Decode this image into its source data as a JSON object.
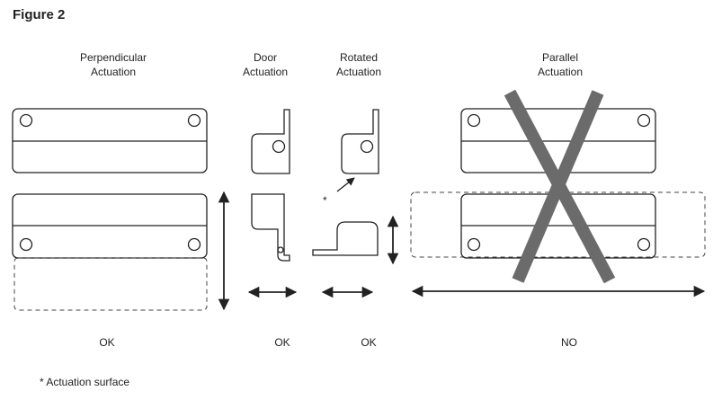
{
  "figure": {
    "title": "Figure 2"
  },
  "columns": [
    {
      "id": "perpendicular",
      "line1": "Perpendicular",
      "line2": "Actuation",
      "verdict": "OK"
    },
    {
      "id": "door",
      "line1": "Door",
      "line2": "Actuation",
      "verdict": "OK"
    },
    {
      "id": "rotated",
      "line1": "Rotated",
      "line2": "Actuation",
      "verdict": "OK"
    },
    {
      "id": "parallel",
      "line1": "Parallel",
      "line2": "Actuation",
      "verdict": "NO"
    }
  ],
  "annotations": {
    "asterisk": "*",
    "footnote": "* Actuation surface"
  },
  "colors": {
    "stroke": "#222222",
    "cross": "#6b6b6b"
  }
}
